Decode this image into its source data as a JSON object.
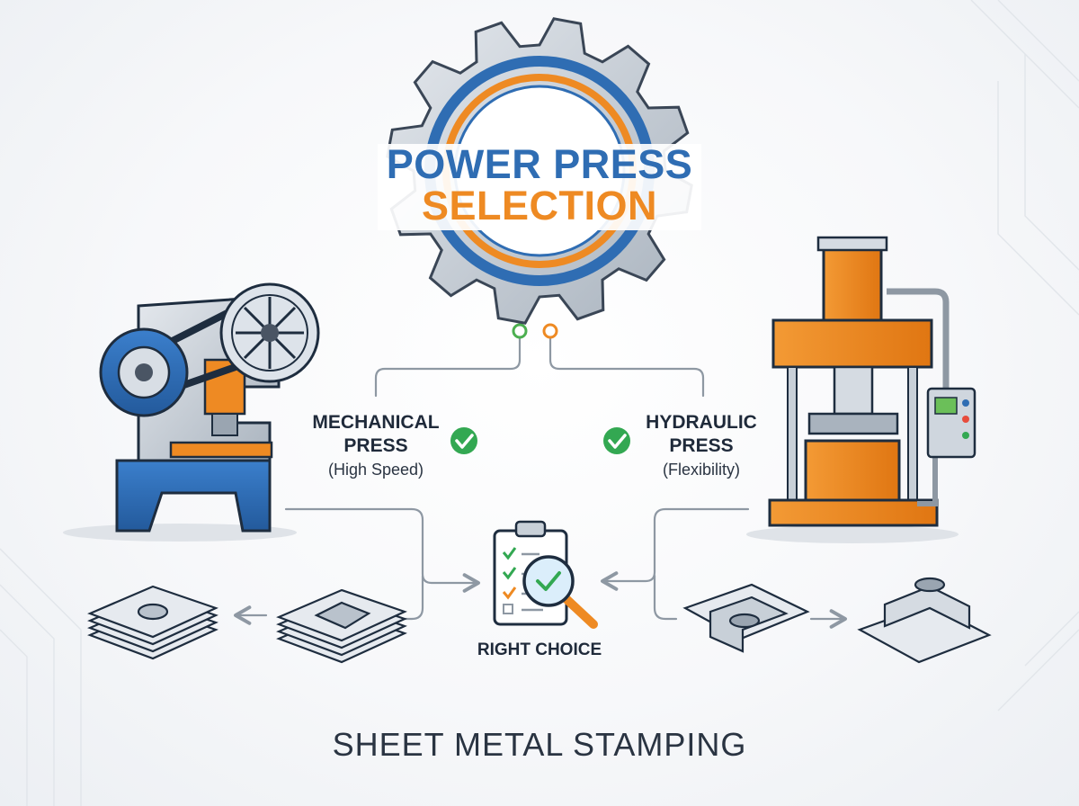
{
  "title": {
    "line1": "POWER PRESS",
    "line2": "SELECTION"
  },
  "left_press": {
    "title": "MECHANICAL",
    "title2": "PRESS",
    "subtitle": "(High Speed)"
  },
  "right_press": {
    "title": "HYDRAULIC",
    "title2": "PRESS",
    "subtitle": "(Flexibility)"
  },
  "center_label": "RIGHT CHOICE",
  "footer": "SHEET METAL STAMPING",
  "colors": {
    "blue": "#2f6db3",
    "orange": "#ee8a23",
    "steel": "#b9c2cc",
    "dark": "#2a3442",
    "green": "#33a852",
    "line": "#8e98a3"
  },
  "icons": [
    "gear-icon",
    "mechanical-press-icon",
    "hydraulic-press-icon",
    "check-icon",
    "clipboard-icon",
    "magnifier-icon",
    "sheet-stack-icon",
    "stamped-part-icon",
    "arrow-icon"
  ]
}
